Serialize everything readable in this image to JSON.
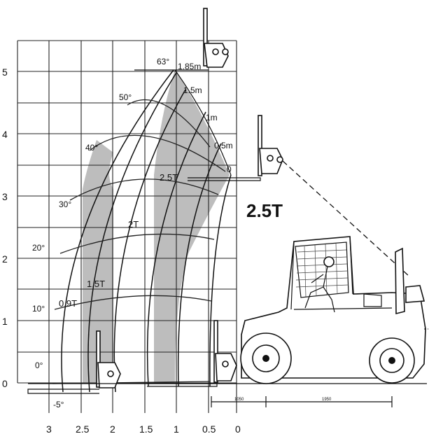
{
  "y_axis": {
    "ticks": [
      "5",
      "4",
      "3",
      "2",
      "1",
      "0"
    ]
  },
  "x_axis": {
    "ticks": [
      "3",
      "2.5",
      "2",
      "1.5",
      "1",
      "0.5",
      "0"
    ]
  },
  "angles": [
    "63°",
    "50°",
    "40°",
    "30°",
    "20°",
    "10°",
    "0°",
    "-5°"
  ],
  "capacities": [
    "2.5T",
    "2T",
    "1.5T",
    "0.9T"
  ],
  "reach_labels": [
    "1.85m",
    "1.5m",
    "1m",
    "0.5m",
    "0"
  ],
  "headline_capacity": "2.5T",
  "dimensions": [
    "1050",
    "1950"
  ],
  "colors": {
    "shade": "#bdbdbd",
    "line": "#111111",
    "background": "#ffffff"
  }
}
